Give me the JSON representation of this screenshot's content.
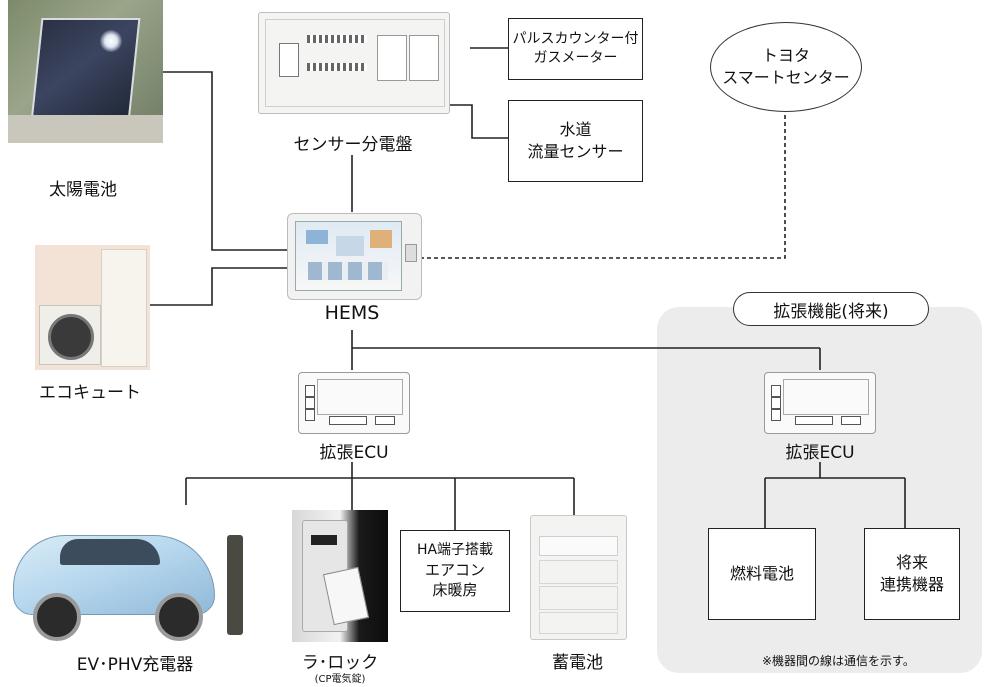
{
  "nodes": {
    "solar": "太陽電池",
    "ecocute": "エコキュート",
    "sensor_panel": "センサー分電盤",
    "hems": "HEMS",
    "gas_meter": [
      "パルスカウンター付",
      "ガスメーター"
    ],
    "water_sensor": [
      "水道",
      "流量センサー"
    ],
    "smart_center": [
      "トヨタ",
      "スマートセンター"
    ],
    "ecu_left": "拡張ECU",
    "ecu_right": "拡張ECU",
    "extension_title": "拡張機能(将来)",
    "ev_charger": "EV･PHV充電器",
    "lock": "ラ･ロック",
    "lock_sub": "(CP電気錠)",
    "ha_box": [
      "HA端子搭載",
      "エアコン",
      "床暖房"
    ],
    "battery": "蓄電池",
    "fuel_cell": "燃料電池",
    "future_devices": [
      "将来",
      "連携機器"
    ]
  },
  "note": "※機器間の線は通信を示す。",
  "colors": {
    "line": "#222222",
    "extension_bg": "#ececec"
  }
}
